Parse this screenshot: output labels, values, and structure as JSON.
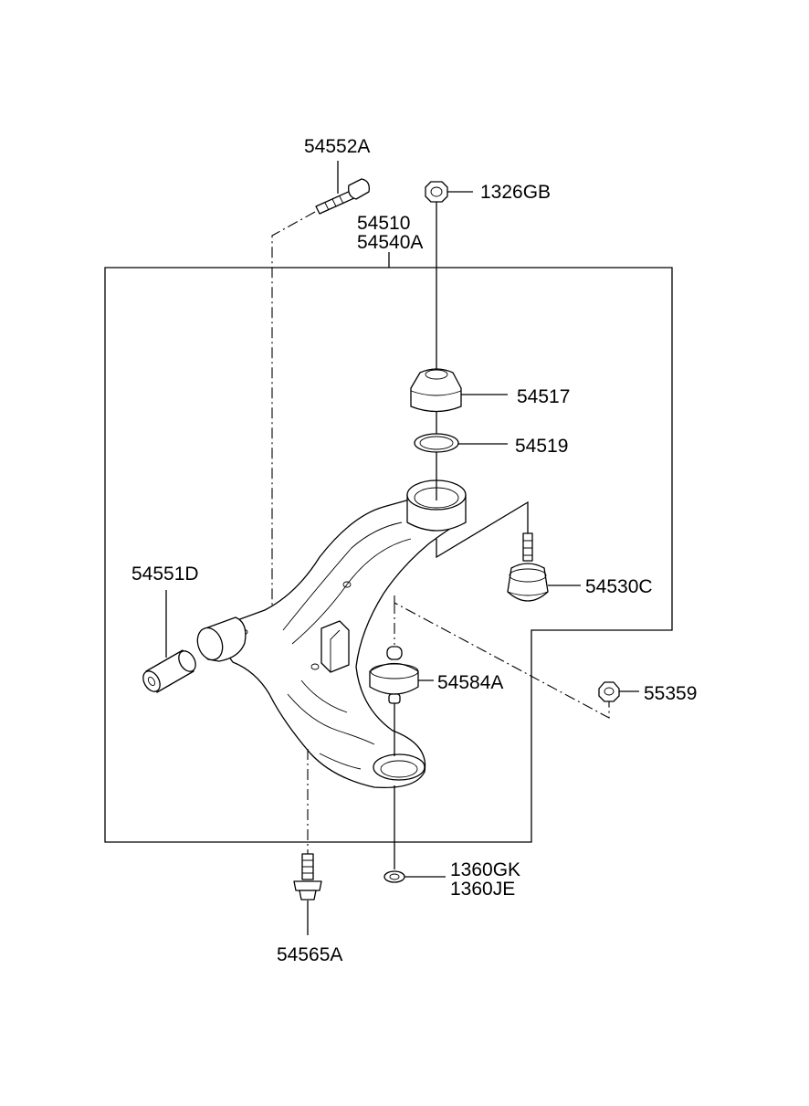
{
  "labels": {
    "bolt_54552A": "54552A",
    "nut_1326GB": "1326GB",
    "assembly_54510": "54510",
    "assembly_54540A": "54540A",
    "dust_cover_54517": "54517",
    "ring_54519": "54519",
    "bushing_54551D": "54551D",
    "ball_joint_54530C": "54530C",
    "bushing_54584A": "54584A",
    "nut_55359": "55359",
    "washer_1360GK": "1360GK",
    "washer_1360JE": "1360JE",
    "bolt_54565A": "54565A"
  }
}
